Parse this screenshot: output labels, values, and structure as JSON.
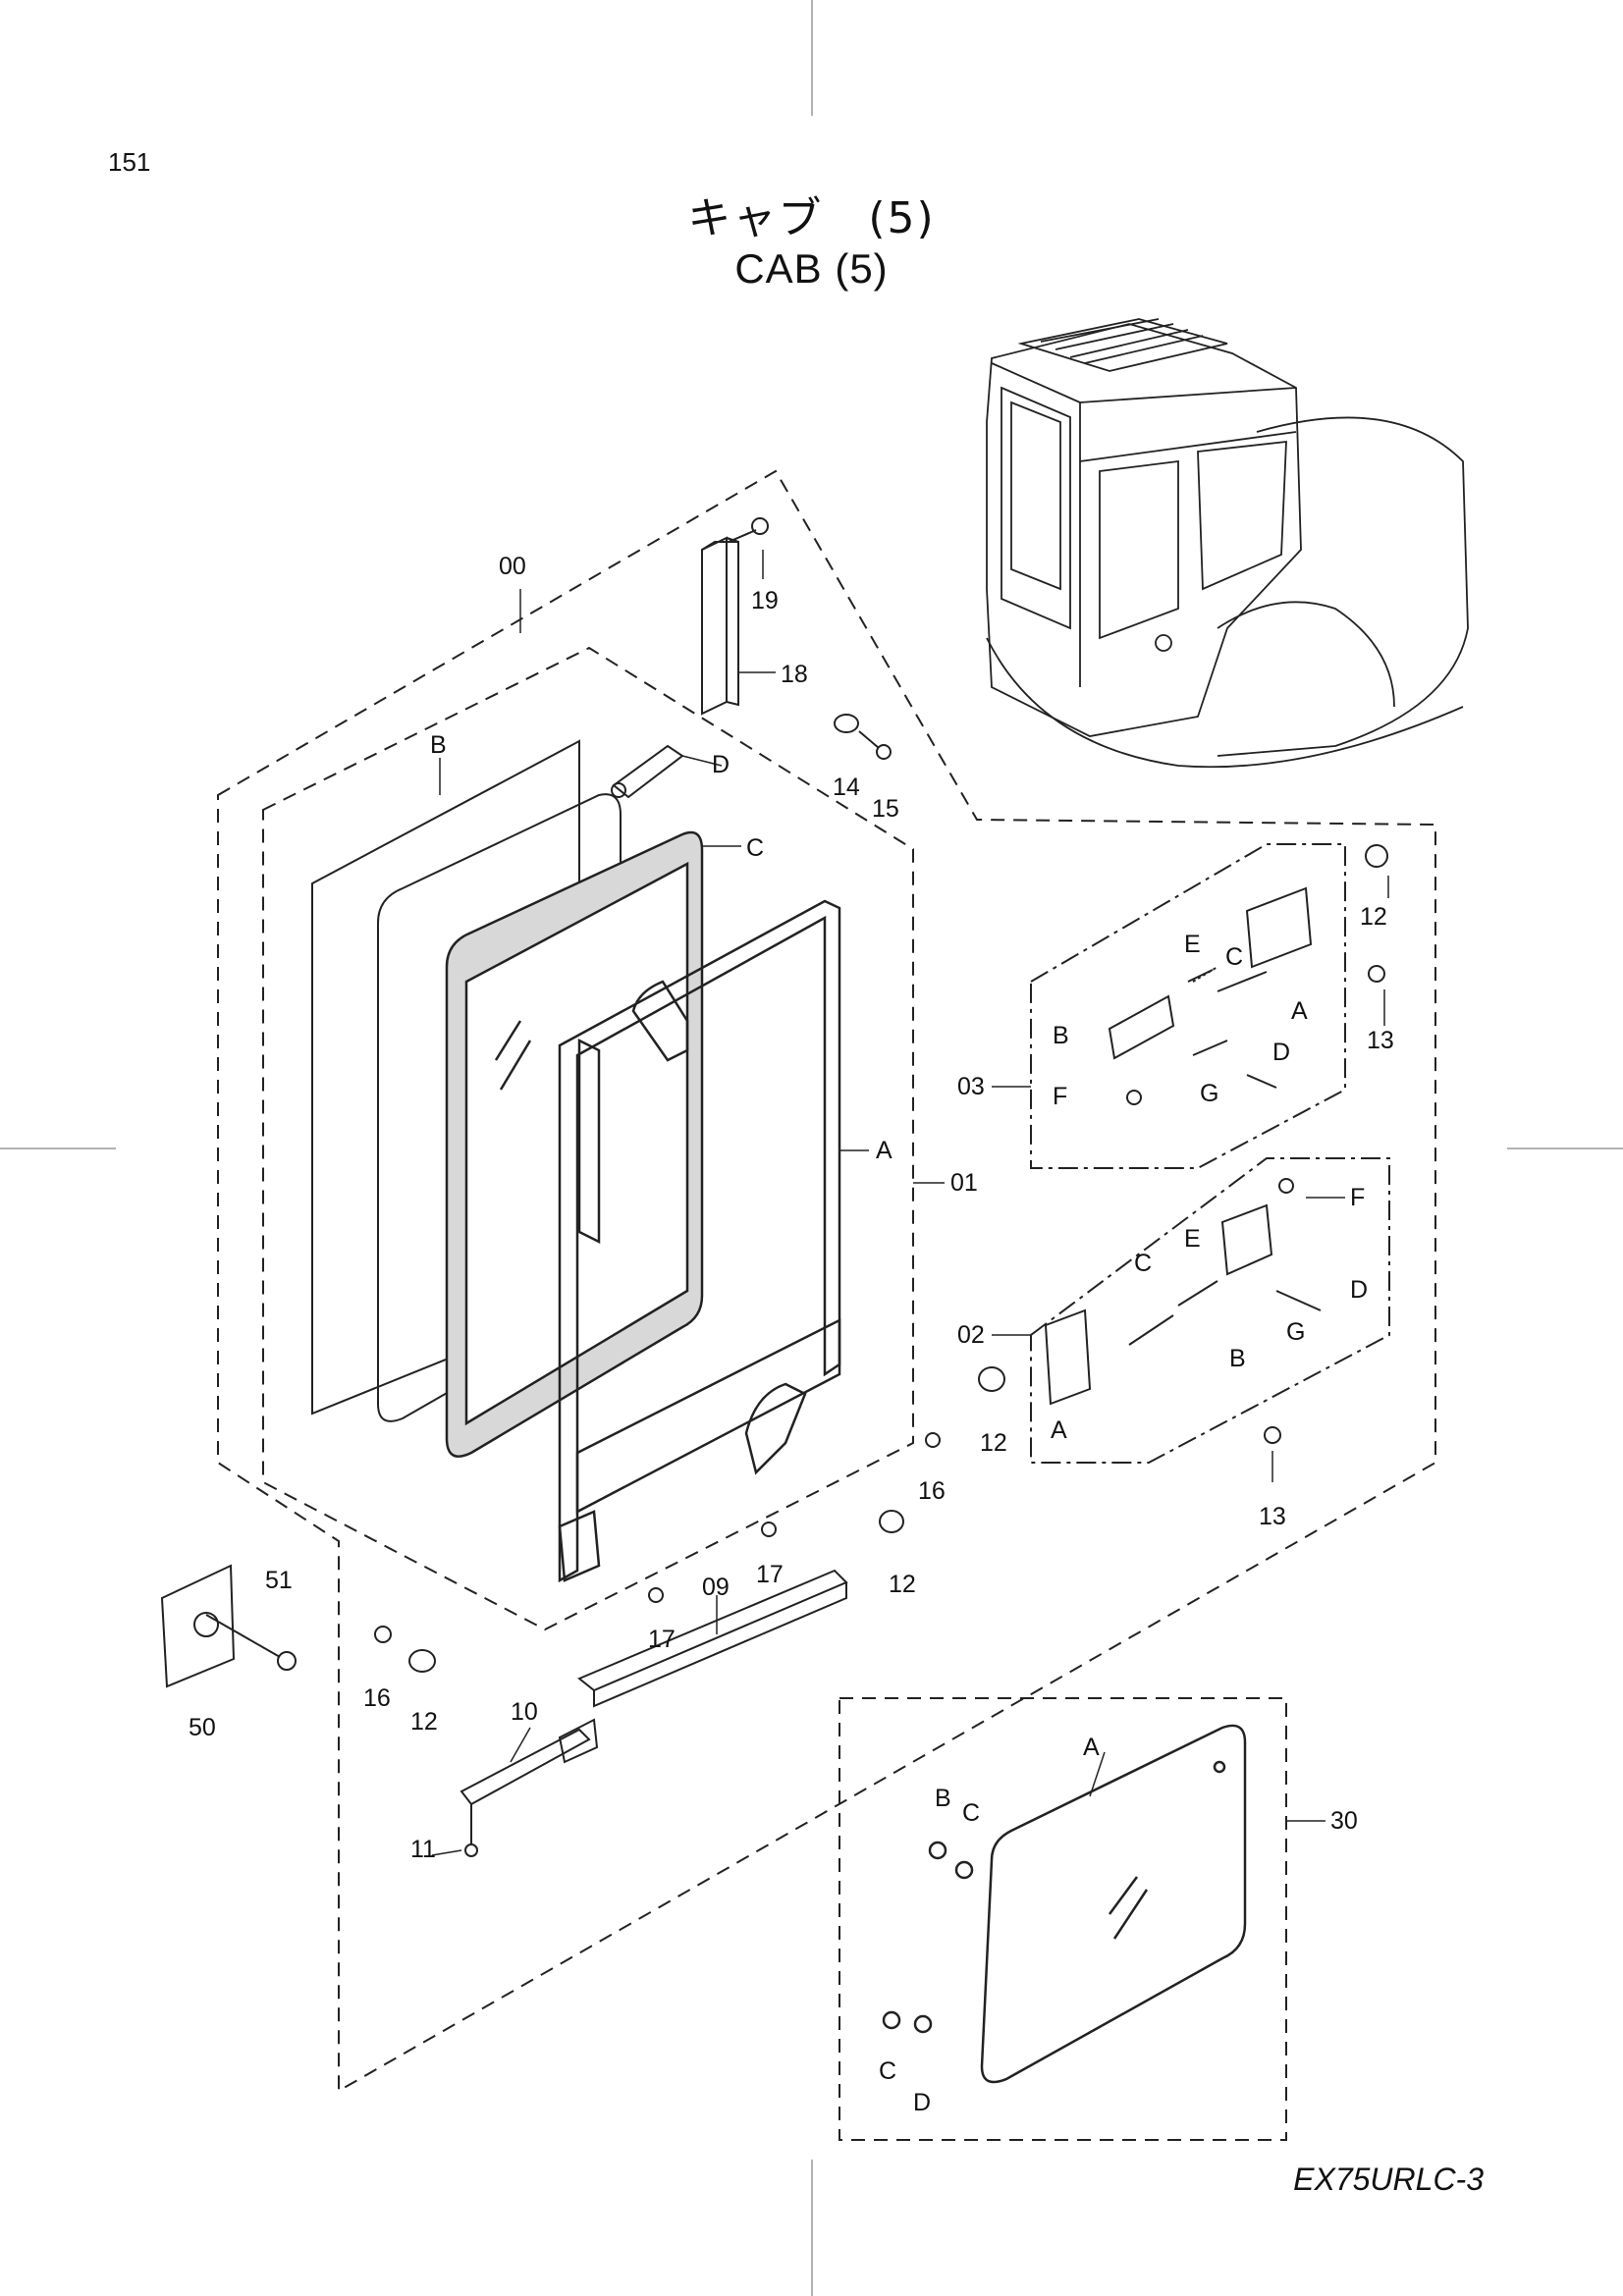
{
  "page": {
    "number": "151",
    "model_code": "EX75URLC-3"
  },
  "title": {
    "japanese": "キャブ　(5)",
    "english": "CAB (5)"
  },
  "callouts": {
    "c00": "00",
    "c19": "19",
    "c18": "18",
    "c14": "14",
    "c15": "15",
    "cB_top": "B",
    "cD_top": "D",
    "cC_top": "C",
    "cA_door": "A",
    "c01": "01",
    "c03": "03",
    "c03_E": "E",
    "c03_C": "C",
    "c03_B": "B",
    "c03_D": "D",
    "c03_F": "F",
    "c03_G": "G",
    "c03_A": "A",
    "c03_12": "12",
    "c03_13": "13",
    "c02": "02",
    "c02_F": "F",
    "c02_C": "C",
    "c02_E": "E",
    "c02_D": "D",
    "c02_G": "G",
    "c02_B": "B",
    "c02_A": "A",
    "c02_12": "12",
    "c02_13": "13",
    "c16_right": "16",
    "c17_mid": "17",
    "c12_mid": "12",
    "c17_left": "17",
    "c09": "09",
    "c51": "51",
    "c50": "50",
    "c16_left": "16",
    "c12_left": "12",
    "c10": "10",
    "c11": "11",
    "c30": "30",
    "c30_A": "A",
    "c30_B": "B",
    "c30_C_top": "C",
    "c30_C_bot": "C",
    "c30_D": "D"
  }
}
